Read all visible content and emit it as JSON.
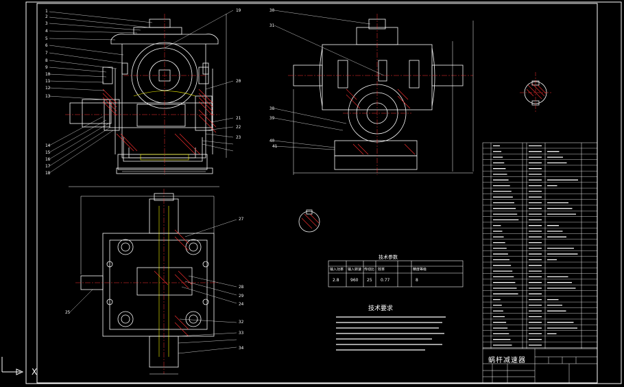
{
  "drawing": {
    "title_block_name": "蜗杆减速器",
    "tech_params_title": "技术参数",
    "tech_requirements_title": "技术要求",
    "axis_label": "X",
    "part_numbers_left_view": [
      "1",
      "2",
      "3",
      "4",
      "5",
      "6",
      "7",
      "8",
      "9",
      "10",
      "11",
      "12",
      "13",
      "14",
      "15",
      "16",
      "17",
      "18"
    ],
    "part_numbers_right_left": [
      "19",
      "20",
      "21",
      "22",
      "23"
    ],
    "part_numbers_top_view_left": [
      "25"
    ],
    "part_numbers_front_view": [
      "30",
      "31",
      "38",
      "39",
      "40",
      "41"
    ],
    "part_numbers_bottom_right": [
      "27",
      "28",
      "29",
      "24",
      "32",
      "33",
      "34"
    ],
    "param_table_headers": [
      "输入功率",
      "输入转速",
      "传动比",
      "效率",
      "精度等级"
    ],
    "param_table_values": [
      "2.8",
      "960",
      "25",
      "0.77",
      "8"
    ]
  },
  "colors": {
    "background": "#000000",
    "line": "#ffffff",
    "outline": "#ffffff",
    "hatch": "#ff3030",
    "center": "#ff3030",
    "hidden": "#ffff00",
    "dimension": "#ffffff"
  }
}
